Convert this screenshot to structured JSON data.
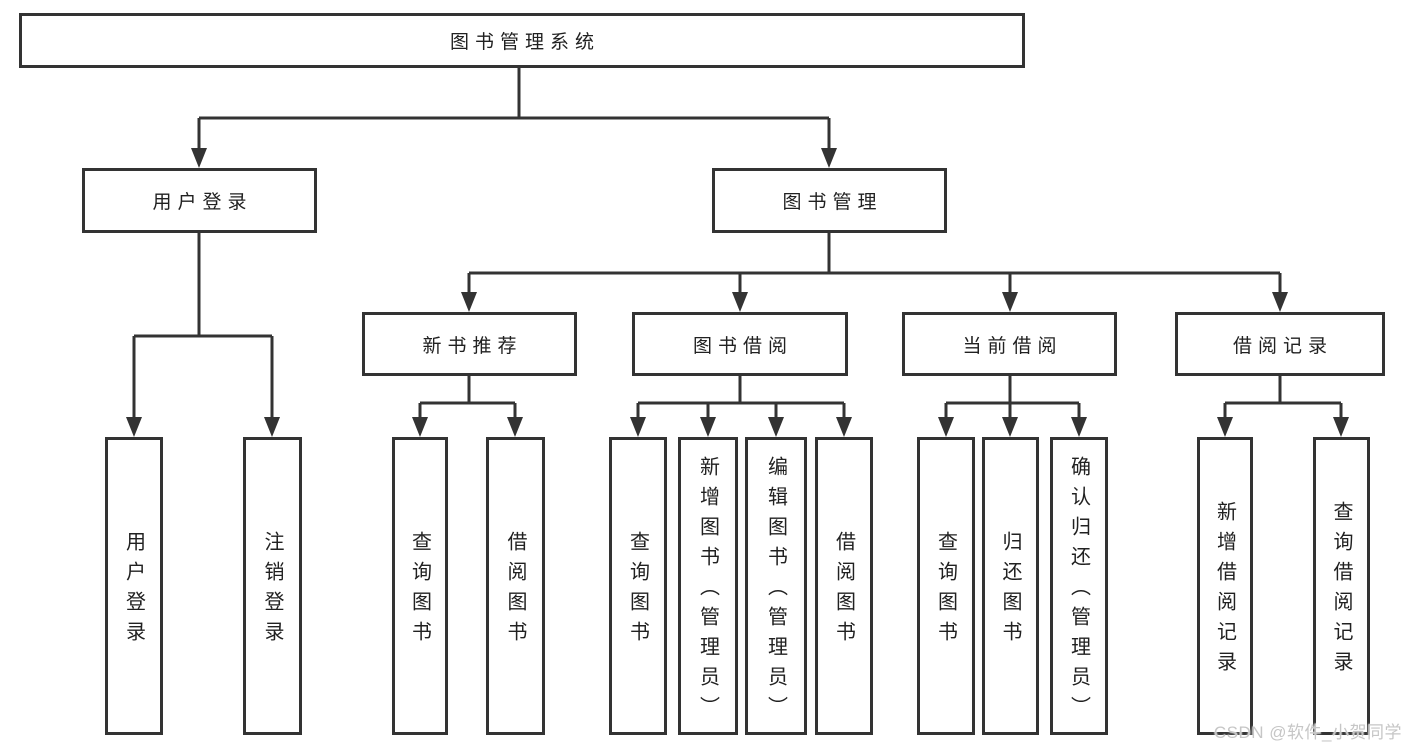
{
  "tree": {
    "root": {
      "label": "图书管理系统"
    },
    "level2": [
      {
        "id": "user-login",
        "label": "用户登录"
      },
      {
        "id": "book-management",
        "label": "图书管理"
      }
    ],
    "level3": [
      {
        "id": "new-book-recommendation",
        "label": "新书推荐"
      },
      {
        "id": "book-borrowing",
        "label": "图书借阅"
      },
      {
        "id": "current-borrowing",
        "label": "当前借阅"
      },
      {
        "id": "borrowing-records",
        "label": "借阅记录"
      }
    ],
    "leaves": {
      "user_login": [
        {
          "label": "用户登录"
        },
        {
          "label": "注销登录"
        }
      ],
      "new_book_recommendation": [
        {
          "label": "查询图书"
        },
        {
          "label": "借阅图书"
        }
      ],
      "book_borrowing": [
        {
          "label": "查询图书"
        },
        {
          "label": "新增图书（管理员）"
        },
        {
          "label": "编辑图书（管理员）"
        },
        {
          "label": "借阅图书"
        }
      ],
      "current_borrowing": [
        {
          "label": "查询图书"
        },
        {
          "label": "归还图书"
        },
        {
          "label": "确认归还（管理员）"
        }
      ],
      "borrowing_records": [
        {
          "label": "新增借阅记录"
        },
        {
          "label": "查询借阅记录"
        }
      ]
    }
  },
  "watermark": "CSDN @软件_小贺同学",
  "colors": {
    "line": "#333333",
    "box_border": "#333333",
    "box_background": "#ffffff",
    "text": "#212121",
    "watermark": "#c6c6c6",
    "page_background": "#ffffff"
  }
}
